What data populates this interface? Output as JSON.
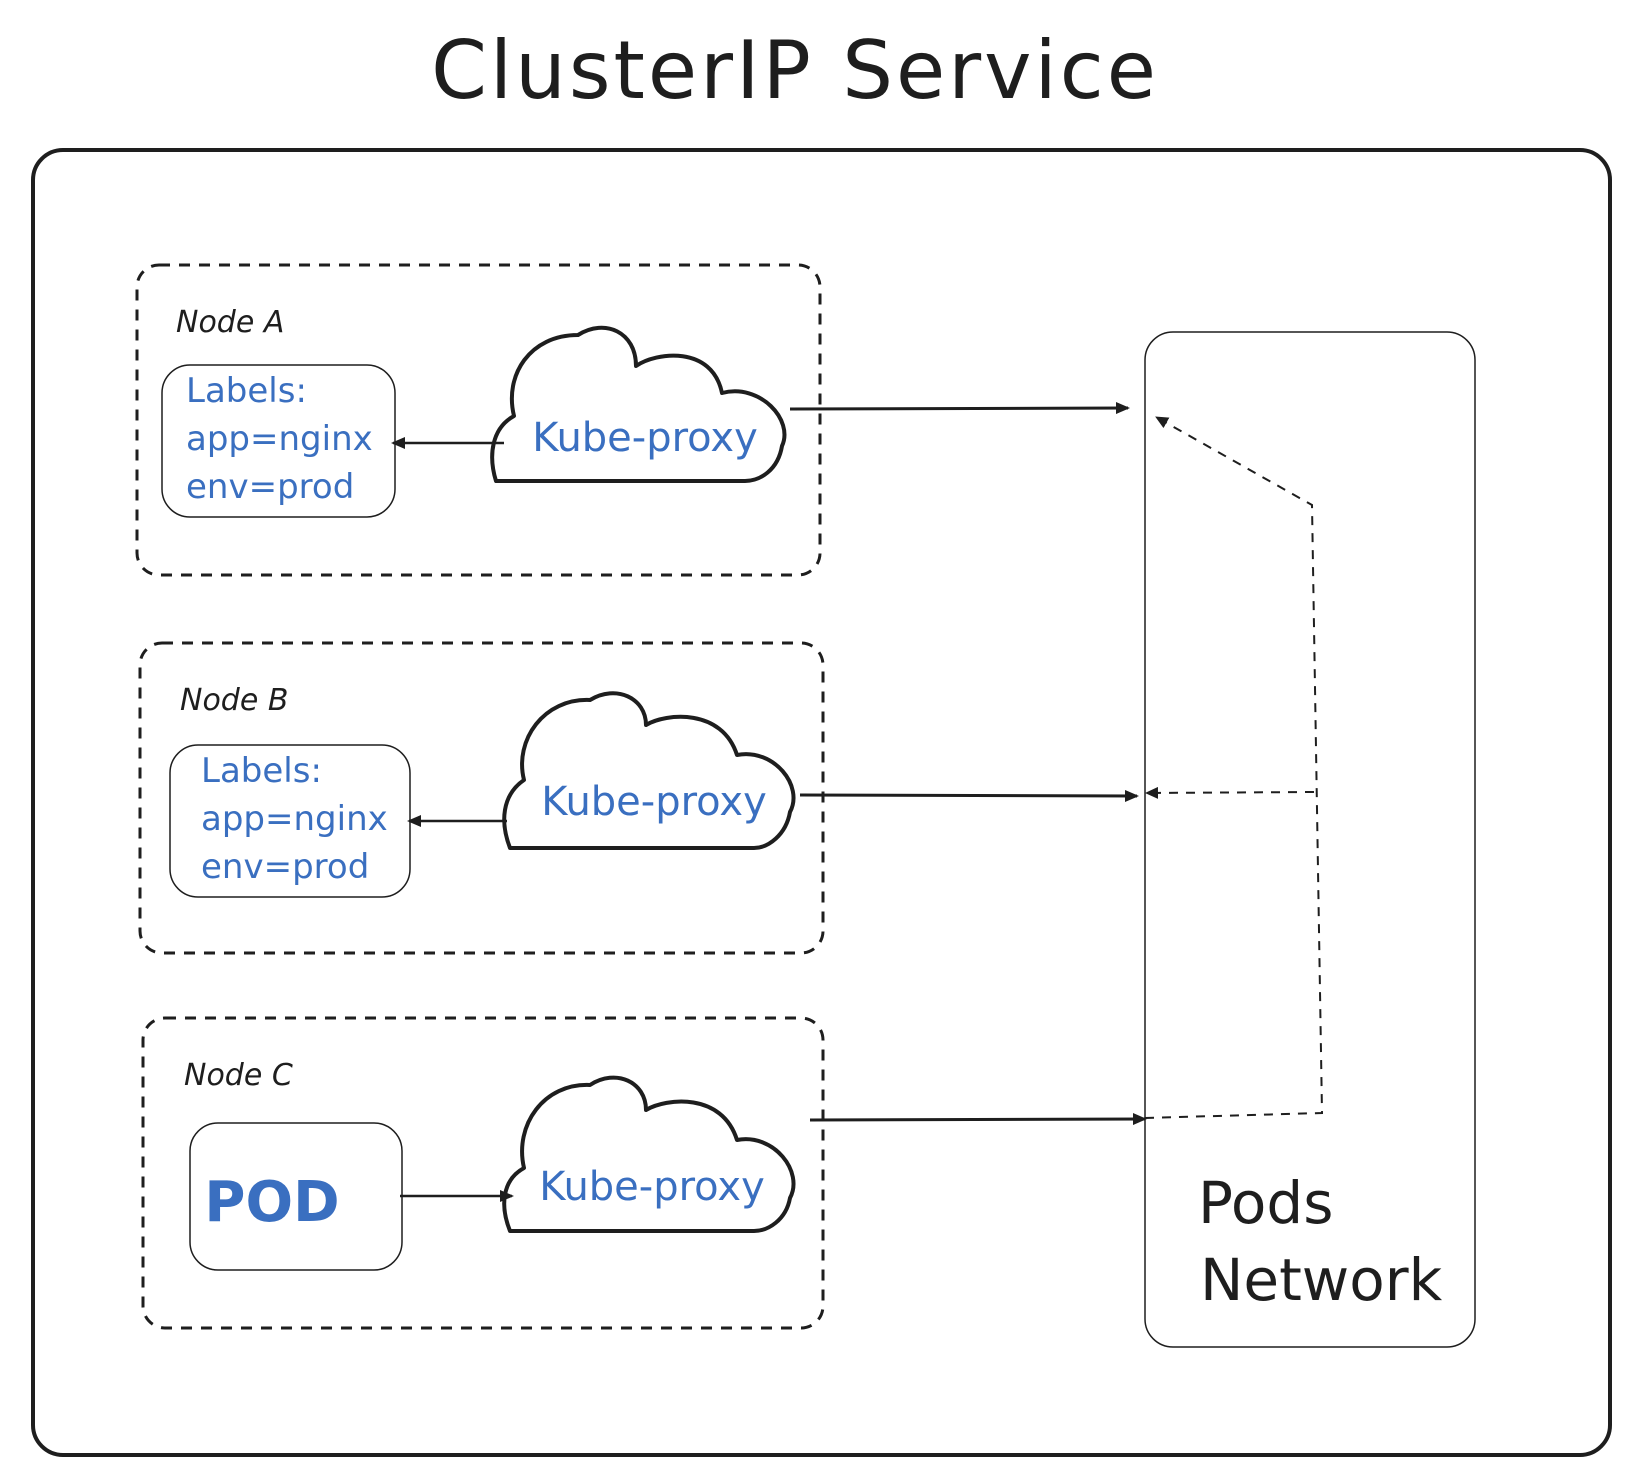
{
  "title": "ClusterIP Service",
  "colors": {
    "ink": "#1e1e1e",
    "blue": "#3a6fc0",
    "background": "#ffffff"
  },
  "nodes": [
    {
      "name": "Node A",
      "content": {
        "type": "labels",
        "lines": [
          "Labels:",
          "app=nginx",
          "env=prod"
        ]
      },
      "proxy": "Kube-proxy"
    },
    {
      "name": "Node B",
      "content": {
        "type": "labels",
        "lines": [
          "Labels:",
          "app=nginx",
          "env=prod"
        ]
      },
      "proxy": "Kube-proxy"
    },
    {
      "name": "Node C",
      "content": {
        "type": "pod",
        "text": "POD"
      },
      "proxy": "Kube-proxy"
    }
  ],
  "network": {
    "lines": [
      "Pods",
      "Network"
    ]
  }
}
